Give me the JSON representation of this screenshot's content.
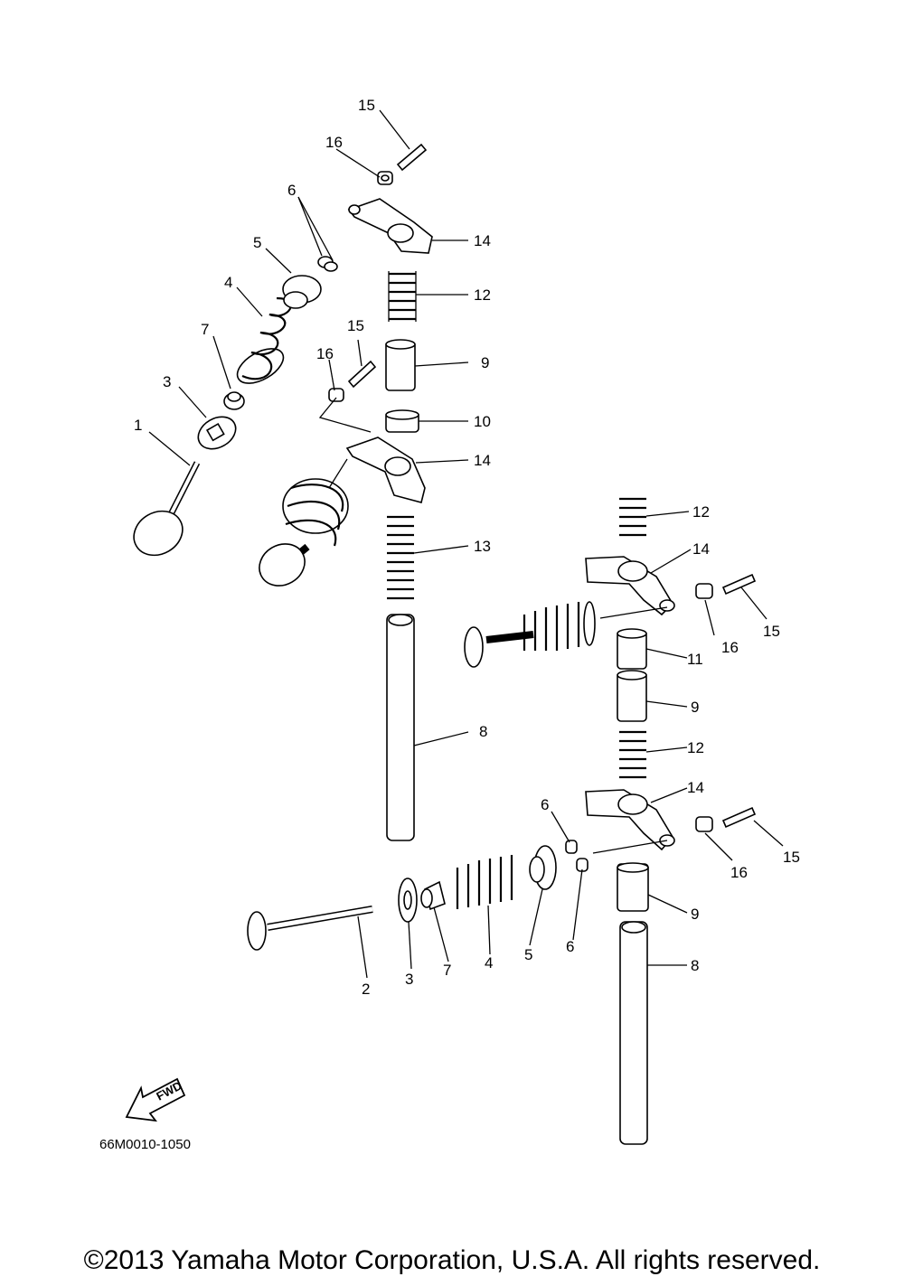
{
  "diagram_code": "66M0010-1050",
  "fwd_label": "FWD",
  "copyright": "©2013 Yamaha Motor Corporation, U.S.A. All rights reserved.",
  "callouts": [
    "1",
    "2",
    "3",
    "4",
    "5",
    "6",
    "7",
    "8",
    "9",
    "10",
    "11",
    "12",
    "13",
    "14",
    "15",
    "16"
  ],
  "parts": {
    "p1": "1",
    "p2": "2",
    "p3": "3",
    "p4": "4",
    "p5": "5",
    "p6": "6",
    "p7": "7",
    "p8": "8",
    "p9": "9",
    "p10": "10",
    "p11": "11",
    "p12": "12",
    "p13": "13",
    "p14": "14",
    "p15": "15",
    "p16": "16"
  }
}
